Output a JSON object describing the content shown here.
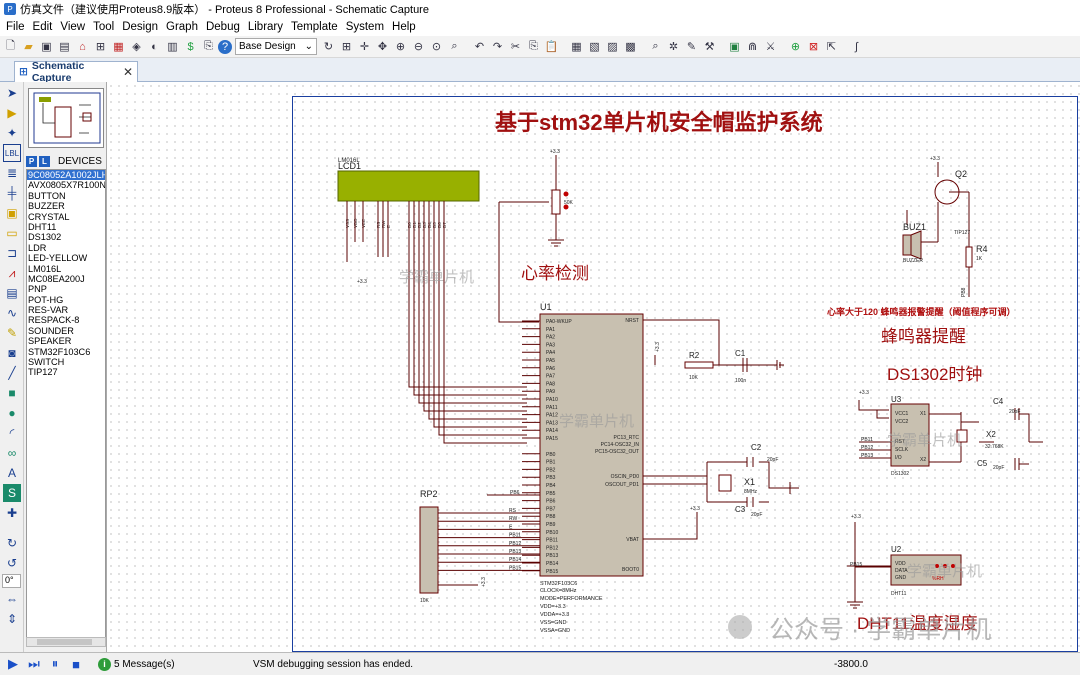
{
  "window": {
    "title": "仿真文件（建议使用Proteus8.9版本） - Proteus 8 Professional - Schematic Capture"
  },
  "menu": [
    "File",
    "Edit",
    "View",
    "Tool",
    "Design",
    "Graph",
    "Debug",
    "Library",
    "Template",
    "System",
    "Help"
  ],
  "toolbar": {
    "design_select": "Base Design"
  },
  "tab": {
    "label": "Schematic Capture",
    "close": "✕"
  },
  "devices": {
    "p": "P",
    "l": "L",
    "label": "DEVICES",
    "items": [
      "9C08052A1002JLH",
      "AVX0805X7R100N",
      "BUTTON",
      "BUZZER",
      "CRYSTAL",
      "DHT11",
      "DS1302",
      "LDR",
      "LED-YELLOW",
      "LM016L",
      "MC08EA200J",
      "PNP",
      "POT-HG",
      "RES-VAR",
      "RESPACK-8",
      "SOUNDER",
      "SPEAKER",
      "STM32F103C6",
      "SWITCH",
      "TIP127"
    ],
    "selected": 0
  },
  "rotation": "0°",
  "schematic": {
    "title": "基于stm32单片机安全帽监护系统",
    "lcd_ref": "LCD1",
    "lcd_part": "LM016L",
    "lcd_pins": [
      "VSS",
      "VDD",
      "VEE",
      "RS",
      "RW",
      "E",
      "D0",
      "D1",
      "D2",
      "D3",
      "D4",
      "D5",
      "D6",
      "D7"
    ],
    "pot_value": "50K",
    "supply": "+3.3",
    "heart": "心率检测",
    "u1_ref": "U1",
    "u1_part": "STM32F103C6",
    "u1_left_pins": [
      "PA0-WKUP",
      "PA1",
      "PA2",
      "PA3",
      "PA4",
      "PA5",
      "PA6",
      "PA7",
      "PA8",
      "PA9",
      "PA10",
      "PA11",
      "PA12",
      "PA13",
      "PA14",
      "PA15",
      "PB0",
      "PB1",
      "PB2",
      "PB3",
      "PB4",
      "PB5",
      "PB6",
      "PB7",
      "PB8",
      "PB9",
      "PB10",
      "PB11",
      "PB12",
      "PB13",
      "PB14",
      "PB15"
    ],
    "u1_right_pins": [
      "NRST",
      "PC13_RTC",
      "PC14-OSC32_IN",
      "PC15-OSC32_OUT",
      "OSCIN_PD0",
      "OSCOUT_PD1",
      "VBAT",
      "BOOT0"
    ],
    "u1_props": [
      "CLOCK=8MHz",
      "MODE=PERFORMANCE",
      "VDD=+3.3",
      "VDDA=+3.3",
      "VSS=GND",
      "VSSA=GND"
    ],
    "r2": "R2",
    "r2v": "10K",
    "c1": "C1",
    "c1v": "100n",
    "c2": "C2",
    "c2v": "20pF",
    "c3": "C3",
    "c3v": "20pF",
    "x1": "X1",
    "x1v": "8MHz",
    "rp2": "RP2",
    "rp2v": "10K",
    "rp_nets": [
      "PB6",
      "RS",
      "RW",
      "E",
      "PB11",
      "PB12",
      "PB13",
      "PB14",
      "PB15"
    ],
    "q2": "Q2",
    "q2v": "TIP127",
    "buz": "BUZ1",
    "buzv": "BUZZER",
    "r4": "R4",
    "r4v": "1K",
    "pb8": "PB8",
    "alarm_note": "心率大于120   蜂鸣器报警提醒（阈值程序可调）",
    "buzzer_label": "蜂鸣器提醒",
    "ds_label": "DS1302时钟",
    "u3": "U3",
    "u3v": "DS1302",
    "u3_pins": [
      "VCC1",
      "VCC2",
      "X1",
      "X2",
      "SCLK",
      "I/O",
      "RST"
    ],
    "ds_nets": [
      "PB11",
      "PB12",
      "PB13"
    ],
    "c4": "C4",
    "c4v": "20pF",
    "c5": "C5",
    "c5v": "20pF",
    "x2": "X2",
    "x2v": "32.768K",
    "u2": "U2",
    "u2v": "DHT11",
    "u2_pins": [
      "VDD",
      "DATA",
      "GND"
    ],
    "u2_extra": "%RH",
    "dht_net": "PB15",
    "dht_label": "DHT11温度湿度",
    "watermark": "学霸单片机",
    "wechat": "公众号 · 学霸单片机"
  },
  "status": {
    "messages": "5 Message(s)",
    "vsm": "VSM debugging session has ended.",
    "coord": "-3800.0"
  }
}
